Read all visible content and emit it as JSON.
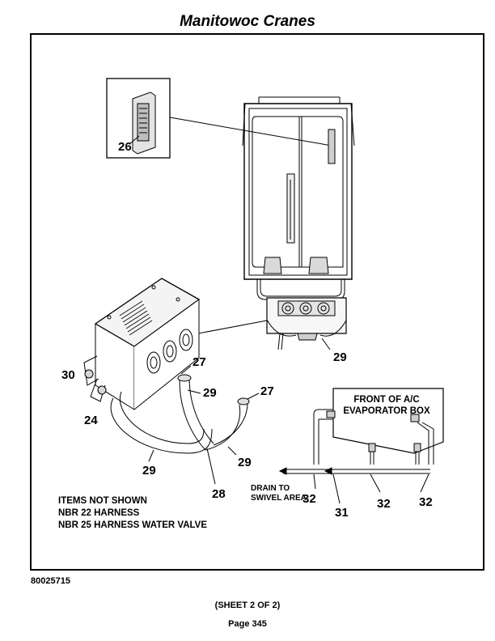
{
  "header": {
    "title": "Manitowoc Cranes"
  },
  "callouts": {
    "c26": "26",
    "c29_cab": "29",
    "c27_a": "27",
    "c27_b": "27",
    "c29_a": "29",
    "c29_b": "29",
    "c29_c": "29",
    "c30": "30",
    "c24": "24",
    "c28": "28",
    "c32_a": "32",
    "c32_b": "32",
    "c32_c": "32",
    "c31": "31"
  },
  "evaporator_label": {
    "line1": "FRONT OF A/C",
    "line2": "EVAPORATOR BOX"
  },
  "drain_label": {
    "line1": "DRAIN TO",
    "line2": "SWIVEL AREA"
  },
  "notes": {
    "line1": "ITEMS NOT  SHOWN",
    "line2": "NBR 22 HARNESS",
    "line3": "NBR 25 HARNESS WATER VALVE"
  },
  "footer": {
    "doc_number": "80025715",
    "sheet": "(SHEET 2 OF 2)",
    "page": "Page 345"
  }
}
